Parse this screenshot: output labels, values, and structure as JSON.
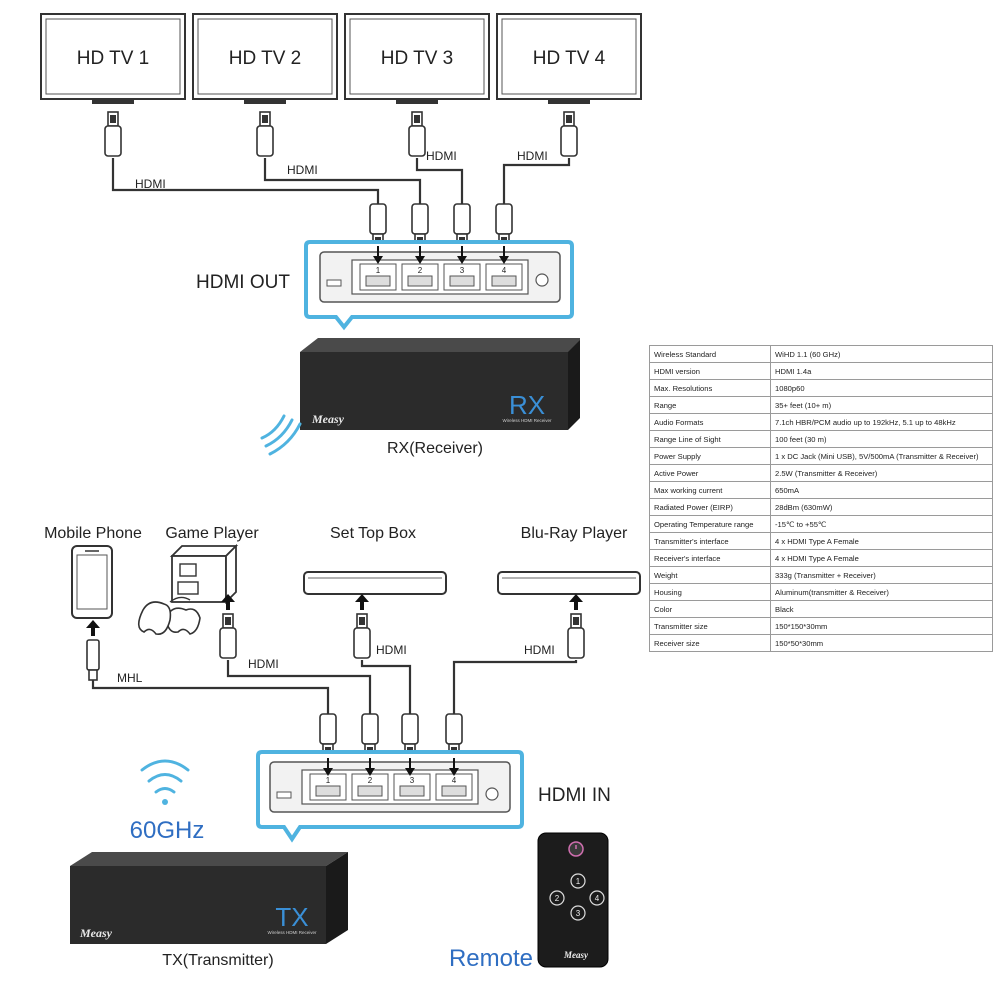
{
  "tvs": [
    {
      "label": "HD TV 1"
    },
    {
      "label": "HD TV 2"
    },
    {
      "label": "HD TV 3"
    },
    {
      "label": "HD TV 4"
    }
  ],
  "top_cable_labels": [
    "HDMI",
    "HDMI",
    "HDMI",
    "HDMI"
  ],
  "hdmi_out_label": "HDMI OUT",
  "hdmi_in_label": "HDMI IN",
  "port_numbers": [
    "1",
    "2",
    "3",
    "4"
  ],
  "rx": {
    "brand": "Measy",
    "code": "RX",
    "subtitle": "Wireless HDMI Receiver",
    "caption": "RX(Receiver)"
  },
  "tx": {
    "brand": "Measy",
    "code": "TX",
    "subtitle": "Wireless HDMI Receiver",
    "caption": "TX(Transmitter)"
  },
  "sources": [
    {
      "label": "Mobile Phone",
      "cable": "MHL"
    },
    {
      "label": "Game Player",
      "cable": "HDMI"
    },
    {
      "label": "Set Top Box",
      "cable": "HDMI"
    },
    {
      "label": "Blu-Ray Player",
      "cable": "HDMI"
    }
  ],
  "frequency": "60GHz",
  "remote": {
    "label": "Remote",
    "brand": "Measy",
    "buttons": [
      "1",
      "2",
      "3",
      "4"
    ]
  },
  "colors": {
    "accent_blue": "#4fb3e0",
    "device_dark": "#2b2b2b",
    "label_blue": "#2f6ec2"
  },
  "specs": [
    {
      "k": "Wireless Standard",
      "v": "WiHD 1.1 (60 GHz)"
    },
    {
      "k": "HDMI version",
      "v": "HDMI 1.4a"
    },
    {
      "k": "Max. Resolutions",
      "v": "1080p60"
    },
    {
      "k": "Range",
      "v": "35+ feet (10+ m)"
    },
    {
      "k": "Audio Formats",
      "v": "7.1ch HBR/PCM audio up to 192kHz, 5.1 up to 48kHz"
    },
    {
      "k": "Range Line of Sight",
      "v": "100 feet (30 m)"
    },
    {
      "k": "Power Supply",
      "v": "1 x DC Jack (Mini USB), 5V/500mA (Transmitter & Receiver)"
    },
    {
      "k": "Active Power",
      "v": "2.5W (Transmitter & Receiver)"
    },
    {
      "k": "Max working current",
      "v": "650mA"
    },
    {
      "k": "Radiated Power (EIRP)",
      "v": "28dBm (630mW)"
    },
    {
      "k": "Operating Temperature range",
      "v": "-15℃ to +55℃"
    },
    {
      "k": "Transmitter's interface",
      "v": "4 x HDMI Type A Female"
    },
    {
      "k": "Receiver's interface",
      "v": "4 x HDMI Type A Female"
    },
    {
      "k": "Weight",
      "v": "333g    (Transmitter + Receiver)"
    },
    {
      "k": "Housing",
      "v": "Aluminum(transmitter & Receiver)"
    },
    {
      "k": "Color",
      "v": "Black"
    },
    {
      "k": "Transmitter size",
      "v": "150*150*30mm"
    },
    {
      "k": "Receiver size",
      "v": "150*50*30mm"
    }
  ]
}
